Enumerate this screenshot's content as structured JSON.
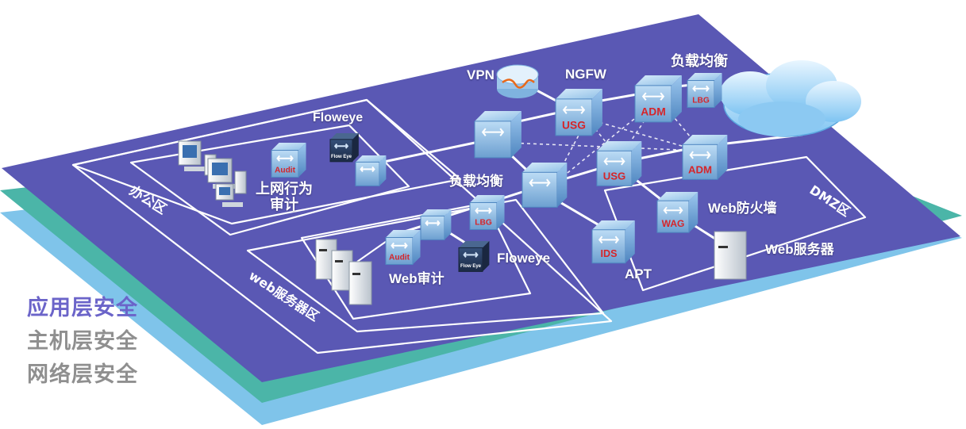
{
  "colors": {
    "app_layer": "#5a58b4",
    "host_layer": "#4bb5a8",
    "network_layer": "#7fc4ea",
    "legend_app": "#6b64c9",
    "legend_other": "#8f8f8f"
  },
  "legend": {
    "app": "应用层安全",
    "host": "主机层安全",
    "net": "网络层安全"
  },
  "zones": {
    "office": "办公区",
    "web_server_zone": "web服务器区",
    "dmz": "DMZ区"
  },
  "labels": {
    "vpn": "VPN",
    "ngfw": "NGFW",
    "lb_top": "负载均衡",
    "floweye_top": "Floweye",
    "behavior_audit_line1": "上网行为",
    "behavior_audit_line2": "审计",
    "lb_mid": "负载均衡",
    "web_firewall": "Web防火墙",
    "web_server": "Web服务器",
    "floweye_bottom": "Floweye",
    "web_audit": "Web审计",
    "apt": "APT"
  },
  "icon_text": {
    "usg": "USG",
    "adm": "ADM",
    "lbg": "LBG",
    "wag": "WAG",
    "ids": "IDS",
    "audit": "Audit",
    "flow_eye": "Flow Eye"
  },
  "icons": [
    "vpn-router-icon",
    "usg-firewall-icon",
    "adm-icon",
    "lbg-icon",
    "cloud-icon",
    "switch-icon",
    "pc-icon",
    "server-icon",
    "audit-icon",
    "floweye-icon",
    "wag-icon",
    "ids-icon"
  ]
}
